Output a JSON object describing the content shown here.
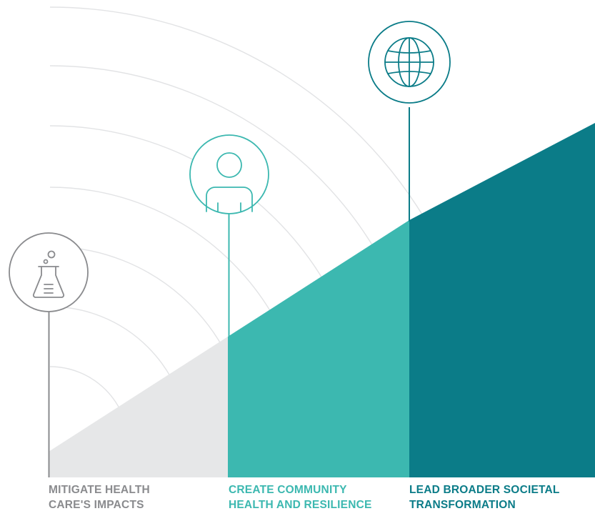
{
  "colors": {
    "arc": "#e2e3e5",
    "stage_1": "#7f8083",
    "stage_1_fill": "#e6e7e8",
    "stage_2": "#3cb8b0",
    "stage_3": "#0b7c88"
  },
  "stages": [
    {
      "icon": "flask-icon",
      "title_lines": [
        "MITIGATE HEALTH",
        "CARE'S IMPACTS"
      ]
    },
    {
      "icon": "person-icon",
      "title_lines": [
        "CREATE COMMUNITY",
        "HEALTH AND RESILIENCE"
      ]
    },
    {
      "icon": "globe-icon",
      "title_lines": [
        "LEAD BROADER SOCIETAL",
        "TRANSFORMATION"
      ]
    }
  ]
}
